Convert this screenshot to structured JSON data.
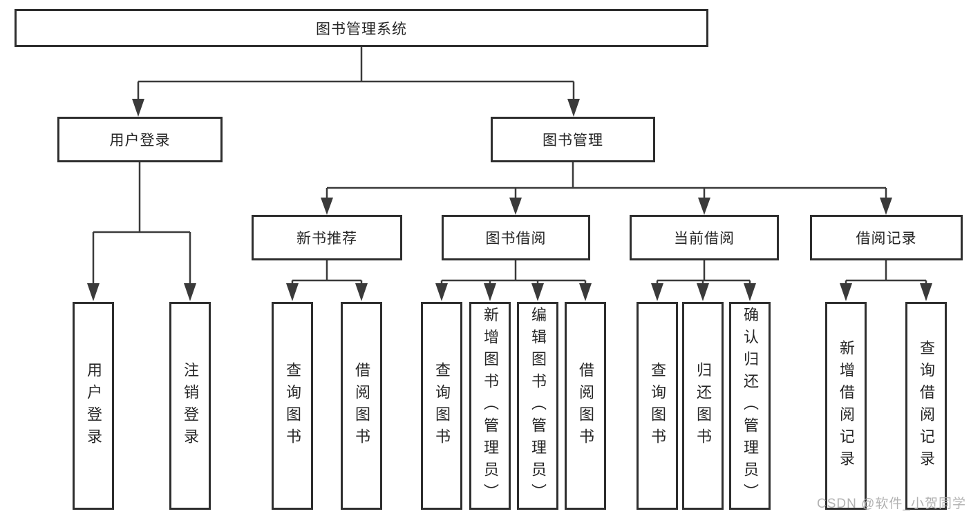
{
  "tree": {
    "root": {
      "label": "图书管理系统"
    },
    "branches": [
      {
        "label": "用户登录",
        "leaves": [
          {
            "label": "用户登录"
          },
          {
            "label": "注销登录"
          }
        ]
      },
      {
        "label": "图书管理",
        "groups": [
          {
            "label": "新书推荐",
            "leaves": [
              {
                "label": "查询图书"
              },
              {
                "label": "借阅图书"
              }
            ]
          },
          {
            "label": "图书借阅",
            "leaves": [
              {
                "label": "查询图书"
              },
              {
                "label": "新增图书（管理员）"
              },
              {
                "label": "编辑图书（管理员）"
              },
              {
                "label": "借阅图书"
              }
            ]
          },
          {
            "label": "当前借阅",
            "leaves": [
              {
                "label": "查询图书"
              },
              {
                "label": "归还图书"
              },
              {
                "label": "确认归还（管理员）"
              }
            ]
          },
          {
            "label": "借阅记录",
            "leaves": [
              {
                "label": "新增借阅记录"
              },
              {
                "label": "查询借阅记录"
              }
            ]
          }
        ]
      }
    ]
  },
  "watermark": {
    "text": "CSDN @软件_小贺同学"
  },
  "colors": {
    "background": "#ffffff",
    "box_border": "#2e2e2e",
    "connector": "#3a3a3a",
    "text": "#262626",
    "watermark_text": "#ababab"
  }
}
